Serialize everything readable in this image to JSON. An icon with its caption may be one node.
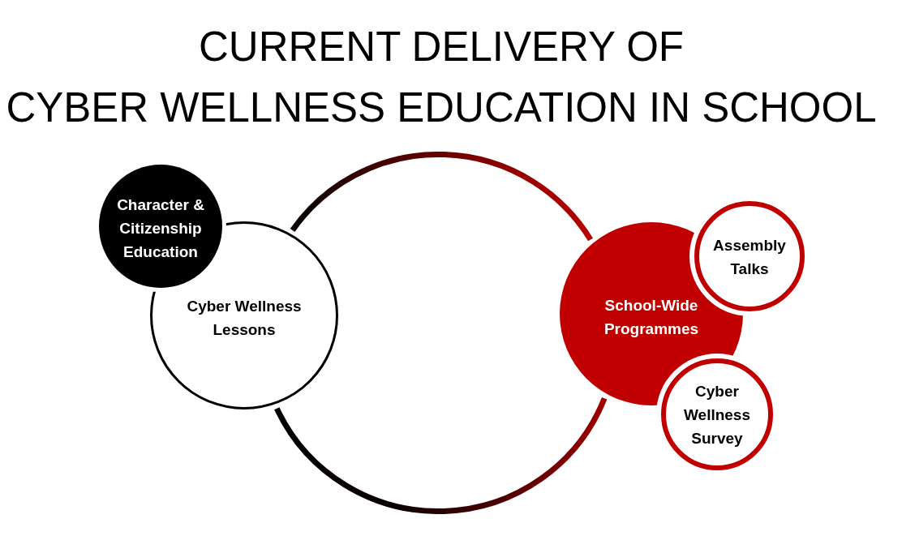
{
  "diagram": {
    "title": "CURRENT DELIVERY OF CYBER WELLNESS EDUCATION IN SCHOOL",
    "nodes": [
      {
        "text": [],
        "shape": "circle"
      },
      {
        "text": [
          "Character & Citizenship Education"
        ]
      },
      {
        "text": [
          "Cyber Wellness Lessons"
        ]
      },
      {
        "text": [
          "School-Wide Programmes"
        ]
      },
      {
        "text": [
          "Assembly Talks"
        ]
      },
      {
        "text": [
          "Cyber Wellness Survey"
        ]
      }
    ]
  }
}
